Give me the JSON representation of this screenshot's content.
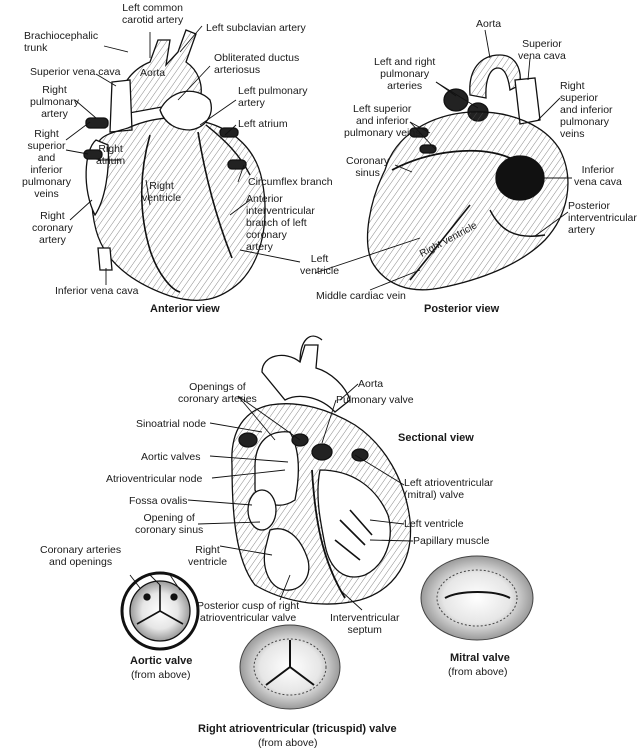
{
  "anterior": {
    "caption": "Anterior view",
    "labels": {
      "brachiocephalic": "Brachiocephalic\ntrunk",
      "left_common_carotid": "Left common\ncarotid artery",
      "left_subclavian": "Left subclavian artery",
      "superior_vena_cava": "Superior vena cava",
      "aorta": "Aorta",
      "obliterated_ductus": "Obliterated ductus\narteriosus",
      "right_pulmonary_artery": "Right\npulmonary\nartery",
      "left_pulmonary_artery": "Left pulmonary\nartery",
      "left_atrium": "Left atrium",
      "right_superior_inferior_pv": "Right\nsuperior\nand\ninferior\npulmonary\nveins",
      "right_atrium": "Right\natrium",
      "circumflex": "Circumflex branch",
      "right_ventricle": "Right\nventricle",
      "anterior_interventricular": "Anterior\ninterventricular\nbranch of left\ncoronary\nartery",
      "right_coronary": "Right\ncoronary\nartery",
      "left_ventricle": "Left\nventricle",
      "inferior_vena_cava": "Inferior vena cava"
    }
  },
  "posterior": {
    "caption": "Posterior view",
    "labels": {
      "aorta": "Aorta",
      "superior_vena_cava": "Superior\nvena cava",
      "left_right_pa": "Left and right\npulmonary\narteries",
      "right_sup_inf_pv": "Right\nsuperior\nand inferior\npulmonary\nveins",
      "left_sup_inf_pv": "Left superior\nand inferior\npulmonary veins",
      "coronary_sinus": "Coronary\nsinus",
      "inferior_vena_cava": "Inferior\nvena cava",
      "posterior_interventricular": "Posterior\ninterventricular\nartery",
      "right_ventricle": "Right ventricle",
      "middle_cardiac_vein": "Middle cardiac vein"
    }
  },
  "sectional": {
    "caption": "Sectional view",
    "labels": {
      "aorta": "Aorta",
      "openings_coronary": "Openings of\ncoronary arteries",
      "pulmonary_valve": "Pulmonary valve",
      "sinoatrial_node": "Sinoatrial node",
      "aortic_valves": "Aortic valves",
      "atrioventricular_node": "Atrioventricular node",
      "left_av_valve": "Left atrioventricular\n(mitral) valve",
      "fossa_ovalis": "Fossa ovalis",
      "opening_coronary_sinus": "Opening of\ncoronary sinus",
      "left_ventricle": "Left ventricle",
      "papillary_muscle": "Papillary muscle",
      "coronary_arteries_openings": "Coronary arteries\nand openings",
      "right_ventricle": "Right\nventricle",
      "posterior_cusp": "Posterior cusp of right\natrioventricular valve",
      "interventricular_septum": "Interventricular\nseptum"
    }
  },
  "valves": {
    "aortic_title": "Aortic valve",
    "aortic_sub": "(from above)",
    "mitral_title": "Mitral valve",
    "mitral_sub": "(from above)",
    "tricuspid_title": "Right atrioventricular (tricuspid) valve",
    "tricuspid_sub": "(from above)"
  }
}
